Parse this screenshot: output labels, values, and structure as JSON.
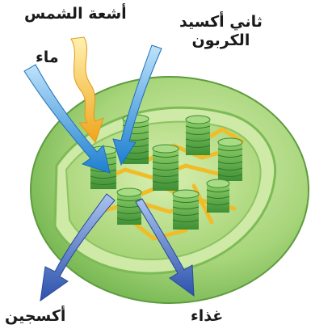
{
  "labels": {
    "sunlight": "أشعة الشمس",
    "co2_line1": "ثاني أكسيد",
    "co2_line2": "الكربون",
    "water": "ماء",
    "oxygen": "أكسجين",
    "food": "غذاء"
  },
  "colors": {
    "outer_membrane": "#9ccf6c",
    "inner_membrane": "#bfe08f",
    "thylakoid": "#5da84a",
    "stroma_lamellae": "#f2c232",
    "sunlight_arrow": "#f3b52d",
    "input_arrows": "#2f8fd6",
    "output_arrows": "#3c5fb4"
  }
}
